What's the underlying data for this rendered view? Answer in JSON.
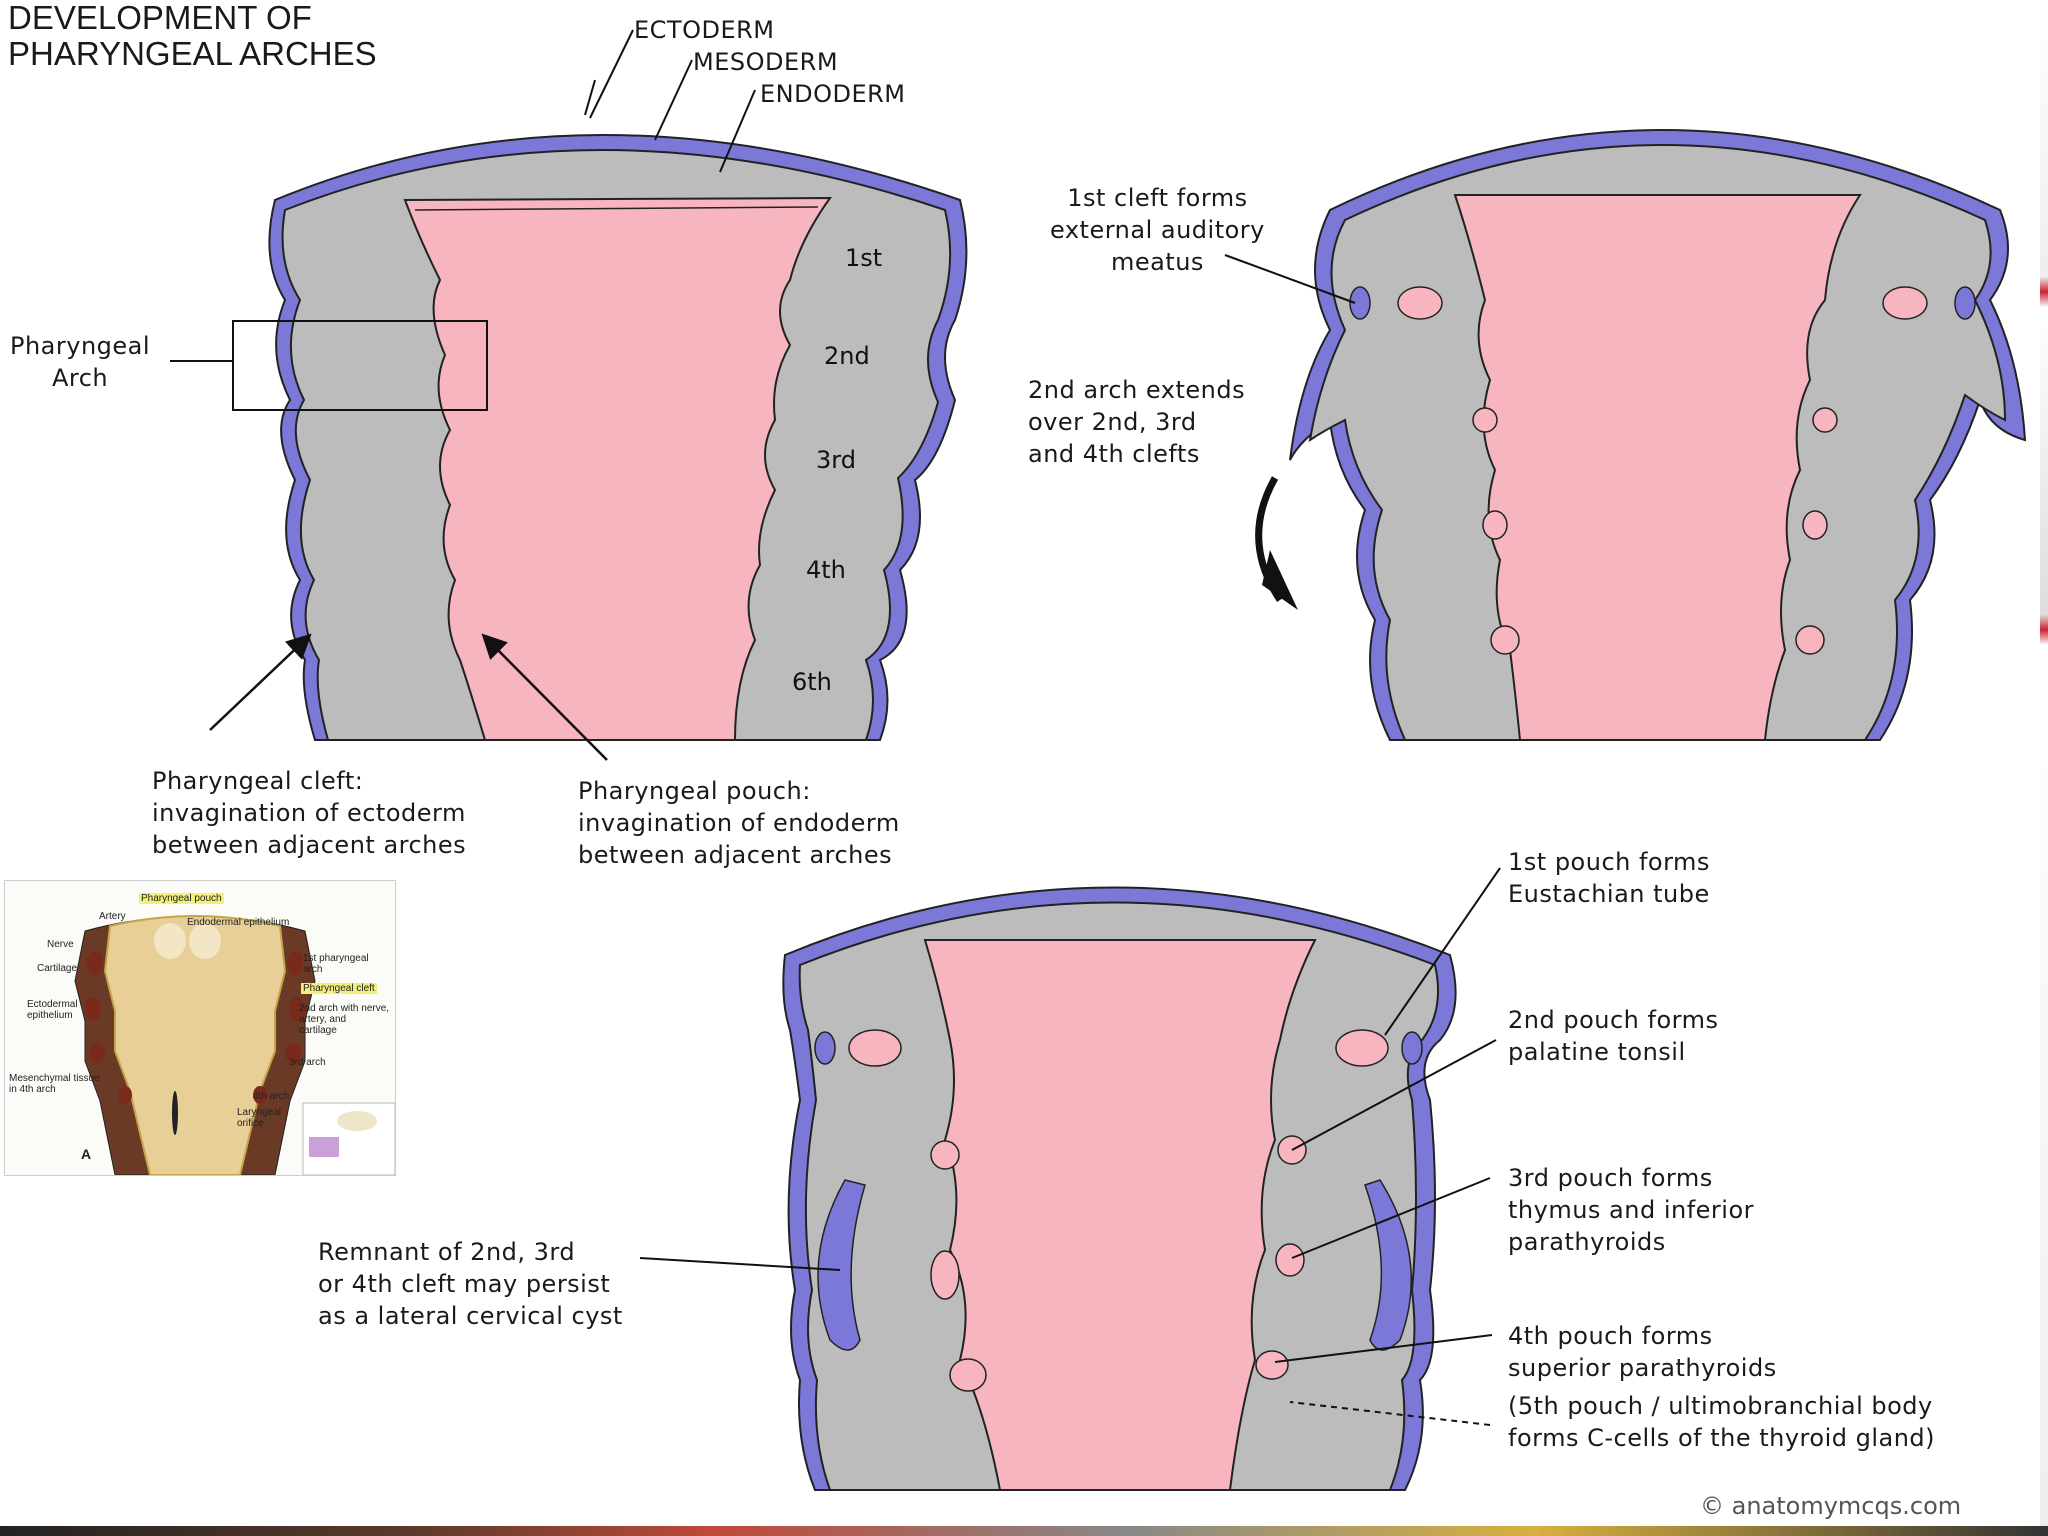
{
  "title": "DEVELOPMENT OF\nPHARYNGEAL ARCHES",
  "layers": {
    "ectoderm": "ECTODERM",
    "mesoderm": "MESODERM",
    "endoderm": "ENDODERM"
  },
  "arch_numbers": [
    "1st",
    "2nd",
    "3rd",
    "4th",
    "6th"
  ],
  "labels": {
    "pharyngeal_arch": "Pharyngeal\nArch",
    "pharyngeal_cleft": "Pharyngeal cleft:\ninvagination of ectoderm\nbetween adjacent arches",
    "pharyngeal_pouch": "Pharyngeal pouch:\ninvagination of endoderm\nbetween adjacent arches",
    "first_cleft": "1st cleft forms\nexternal auditory\nmeatus",
    "second_arch": "2nd arch extends\nover 2nd, 3rd\nand 4th clefts",
    "first_pouch": "1st pouch forms\nEustachian tube",
    "second_pouch": "2nd pouch forms\npalatine tonsil",
    "third_pouch": "3rd pouch forms\nthymus and inferior\nparathyroids",
    "fourth_pouch": "4th pouch forms\nsuperior parathyroids",
    "fifth_pouch": "(5th pouch / ultimobranchial body\nforms C-cells of the thyroid gland)",
    "remnant": "Remnant of 2nd, 3rd\nor 4th cleft may persist\nas a lateral cervical cyst"
  },
  "inset": {
    "pharyngeal_pouch": "Pharyngeal pouch",
    "artery": "Artery",
    "endodermal_epithelium": "Endodermal epithelium",
    "nerve": "Nerve",
    "cartilage": "Cartilage",
    "first_arch": "1st pharyngeal\narch",
    "pharyngeal_cleft": "Pharyngeal cleft",
    "ectodermal_epithelium": "Ectodermal\nepithelium",
    "second_arch": "2nd arch with nerve,\nartery, and\ncartilage",
    "third_arch": "3rd arch",
    "mesenchymal": "Mesenchymal tissue\nin 4th arch",
    "fourth_arch": "4th arch",
    "laryngeal": "Laryngeal\norifice",
    "panel": "A"
  },
  "copyright": "© anatomymcqs.com",
  "colors": {
    "ectoderm": "#7b78d8",
    "mesoderm": "#bcbcbc",
    "lumen": "#f7b5c0",
    "line": "#222222"
  }
}
